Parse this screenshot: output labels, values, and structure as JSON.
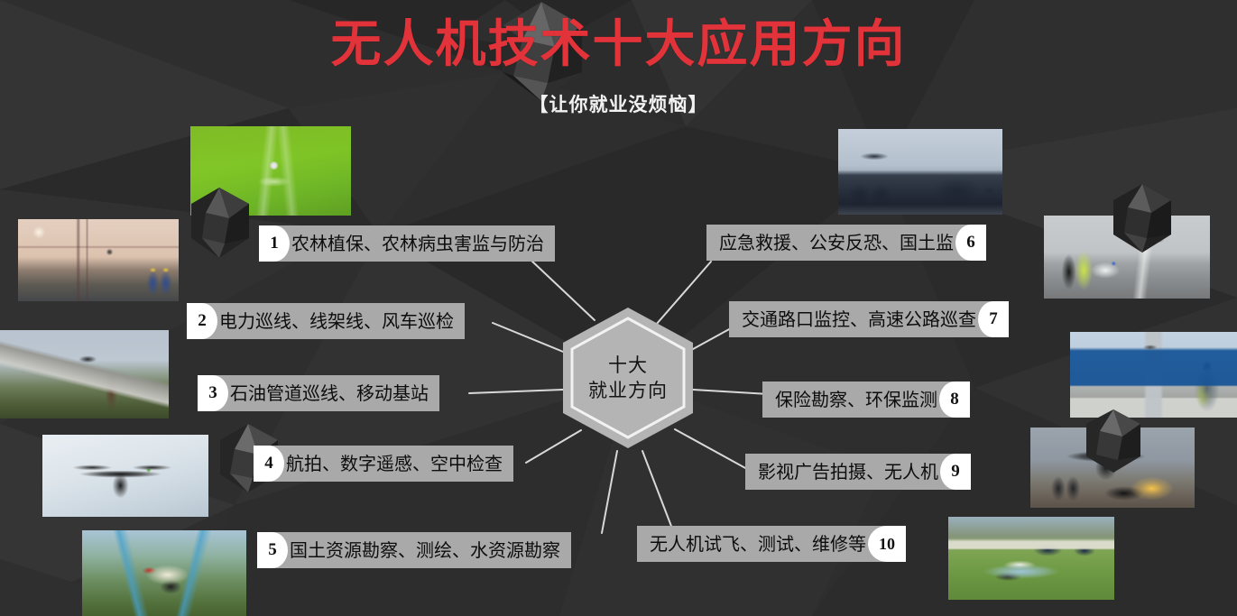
{
  "header": {
    "title": "无人机技术十大应用方向",
    "subtitle": "【让你就业没烦恼】"
  },
  "center": {
    "line1": "十大",
    "line2": "就业方向"
  },
  "colors": {
    "title_red": "#e2333a",
    "subtitle_white": "#f2f2f2",
    "background_dark": "#2e2e2e",
    "label_box_gray": "#a9a9a9",
    "badge_white": "#ffffff",
    "connector_line": "#d8d8d8",
    "hexagon_fill": "#b4b4b4"
  },
  "items": [
    {
      "num": "1",
      "label": "农林植保、农林病虫害监与防治",
      "side": "left"
    },
    {
      "num": "2",
      "label": "电力巡线、线架线、风车巡检",
      "side": "left"
    },
    {
      "num": "3",
      "label": "石油管道巡线、移动基站",
      "side": "left"
    },
    {
      "num": "4",
      "label": "航拍、数字遥感、空中检查",
      "side": "left"
    },
    {
      "num": "5",
      "label": "国土资源勘察、测绘、水资源勘察",
      "side": "left"
    },
    {
      "num": "6",
      "label": "应急救援、公安反恐、国土监",
      "side": "right"
    },
    {
      "num": "7",
      "label": "交通路口监控、高速公路巡查",
      "side": "right"
    },
    {
      "num": "8",
      "label": "保险勘察、环保监测",
      "side": "right"
    },
    {
      "num": "9",
      "label": "影视广告拍摄、无人机",
      "side": "right"
    },
    {
      "num": "10",
      "label": "无人机试飞、测试、维修等",
      "side": "right"
    }
  ],
  "photos": [
    {
      "id": "photo-crop-spraying",
      "alt": "drone spraying green crop field"
    },
    {
      "id": "photo-powerline-patrol",
      "alt": "drone inspecting electrical transmission tower with workers"
    },
    {
      "id": "photo-pipeline-patrol",
      "alt": "drone flying over oil pipeline"
    },
    {
      "id": "photo-hexacopter-sky",
      "alt": "black hexacopter drone against pale sky"
    },
    {
      "id": "photo-aerial-survey",
      "alt": "drone over aerial landscape city view"
    },
    {
      "id": "photo-police-swat",
      "alt": "drone above police swat vehicles convoy"
    },
    {
      "id": "photo-highway-police",
      "alt": "traffic police with drone on highway"
    },
    {
      "id": "photo-tank-inspection",
      "alt": "inspector and drone at blue storage tanks"
    },
    {
      "id": "photo-film-drone-car",
      "alt": "film crew drone shooting car with pyrotechnics"
    },
    {
      "id": "photo-test-field",
      "alt": "drone test flight on grass field with cars"
    }
  ]
}
